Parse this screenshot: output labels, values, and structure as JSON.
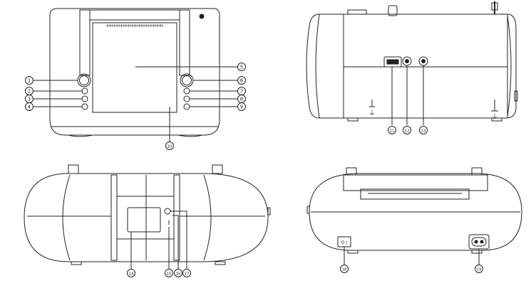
{
  "views": [
    {
      "id": "front-view"
    },
    {
      "id": "side-view"
    },
    {
      "id": "top-view"
    },
    {
      "id": "back-view"
    }
  ],
  "callouts": [
    {
      "num": "1"
    },
    {
      "num": "2"
    },
    {
      "num": "3"
    },
    {
      "num": "4"
    },
    {
      "num": "5"
    },
    {
      "num": "6"
    },
    {
      "num": "7"
    },
    {
      "num": "8"
    },
    {
      "num": "9"
    },
    {
      "num": "10"
    },
    {
      "num": "11"
    },
    {
      "num": "12"
    },
    {
      "num": "13"
    },
    {
      "num": "14"
    },
    {
      "num": "15"
    },
    {
      "num": "16"
    },
    {
      "num": "17"
    },
    {
      "num": "18"
    },
    {
      "num": "19"
    }
  ],
  "symbols": {
    "power_switch": "O I",
    "ground": "⏚"
  }
}
